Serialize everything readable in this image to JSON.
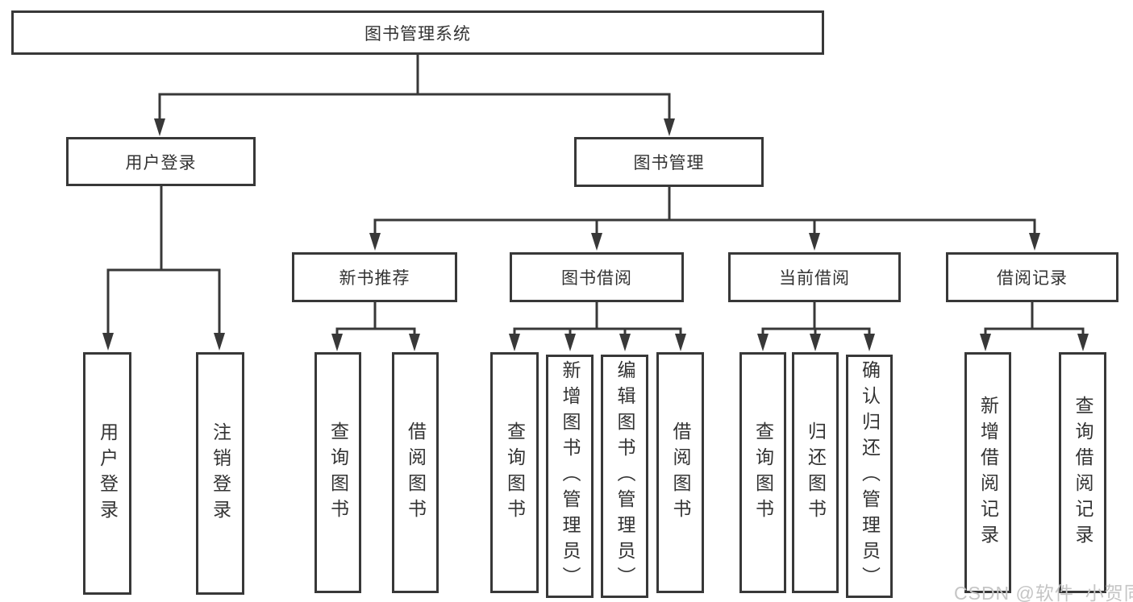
{
  "diagram_title": "图书管理系统",
  "tree": {
    "root": "图书管理系统",
    "children": [
      {
        "label": "用户登录",
        "children": [
          "用户登录",
          "注销登录"
        ]
      },
      {
        "label": "图书管理",
        "children": [
          {
            "label": "新书推荐",
            "children": [
              "查询图书",
              "借阅图书"
            ]
          },
          {
            "label": "图书借阅",
            "children": [
              "查询图书",
              "新增图书（管理员）",
              "编辑图书（管理员）",
              "借阅图书"
            ]
          },
          {
            "label": "当前借阅",
            "children": [
              "查询图书",
              "归还图书",
              "确认归还（管理员）"
            ]
          },
          {
            "label": "借阅记录",
            "children": [
              "新增借阅记录",
              "查询借阅记录"
            ]
          }
        ]
      }
    ]
  },
  "watermark": "CSDN @软件_小贺同学",
  "colors": {
    "line": "#383838",
    "text": "#333333",
    "background": "#ffffff",
    "watermark": "#c5c5c5"
  }
}
